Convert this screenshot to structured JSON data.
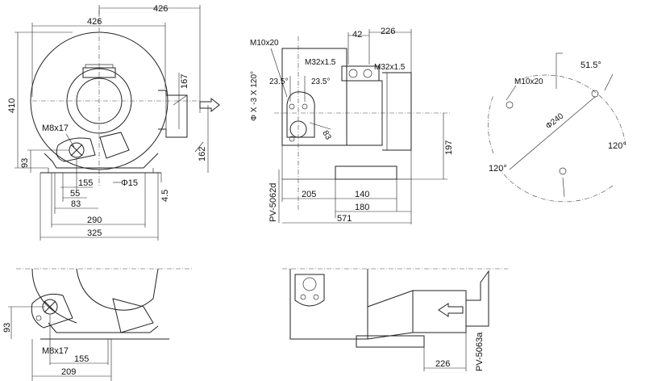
{
  "front_view": {
    "dims": {
      "top_overall": "426",
      "top_body": "426",
      "height": "410",
      "outlet_h": "167",
      "outlet_lower": "162",
      "thread": "M8x17",
      "foot_h": "93",
      "bolt_155": "155",
      "bolt_55": "55",
      "bolt_83": "83",
      "hole": "Φ15",
      "base_gap": "4.5",
      "base_290": "290",
      "base_325": "325"
    }
  },
  "side_view": {
    "dims": {
      "m10": "M10x20",
      "top_42": "42",
      "top_226": "226",
      "m32_a": "M32x1.5",
      "m32_b": "M32x1.5",
      "pcd": "Φ X -3 X 120°",
      "ang_l": "23.5°",
      "ang_r": "23.5°",
      "d83": "83",
      "h197": "197",
      "w205": "205",
      "w140": "140",
      "w180": "180",
      "w571": "571",
      "model": "PV-5062d"
    }
  },
  "flange_view": {
    "dims": {
      "m10": "M10x20",
      "a515": "51.5°",
      "a120_r": "120°",
      "a120_l": "120°",
      "d240": "Φ240"
    }
  },
  "bottom_left": {
    "dims": {
      "thread": "M8x17",
      "foot_h": "93",
      "w155": "155",
      "w209": "209"
    }
  },
  "bottom_right": {
    "dims": {
      "w226": "226",
      "model": "PV-5063a"
    }
  }
}
